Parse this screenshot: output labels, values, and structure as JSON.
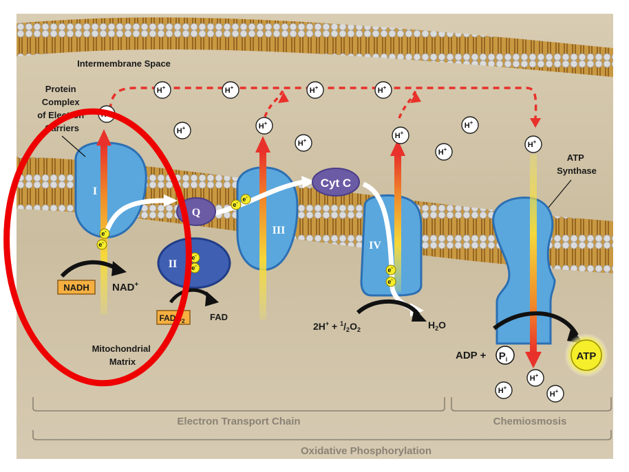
{
  "labels": {
    "intermembrane_space": "Intermembrane Space",
    "protein_complex": [
      "Protein",
      "Complex",
      "of Electron",
      "Carriers"
    ],
    "atp_synthase": [
      "ATP",
      "Synthase"
    ],
    "mitochondrial_matrix": [
      "Mitochondrial",
      "Matrix"
    ],
    "complex_1": "I",
    "complex_2": "II",
    "complex_3": "III",
    "complex_4": "IV",
    "q": "Q",
    "cyt_c": "Cyt C",
    "nadh": "NADH",
    "nad": "NAD",
    "nad_sup": "+",
    "fadh2": "FADH",
    "fadh2_sub": "2",
    "fad": "FAD",
    "water_rxn_a": "2H",
    "water_rxn_a_sup": "+",
    "water_rxn_b": " + ",
    "water_rxn_num": "1",
    "water_rxn_den": "2",
    "water_rxn_c": "O",
    "water_rxn_c_sub": "2",
    "water_prod": "H",
    "water_prod_sub": "2",
    "water_prod_o": "O",
    "adp": "ADP +",
    "pi": "P",
    "pi_sub": "i",
    "atp": "ATP",
    "electron": "e",
    "electron_sup": "-",
    "h_ion": "H",
    "h_ion_sup": "+"
  },
  "footer": {
    "etc": "Electron Transport Chain",
    "chemiosmosis": "Chemiosmosis",
    "oxphos": "Oxidative Phosphorylation"
  },
  "colors": {
    "protein_blue": "#5aa7dd",
    "protein_dark_blue": "#2c4f9e",
    "q_purple": "#6b5ba5",
    "h_arrow_red": "#e8312a",
    "h_arrow_yellow": "#f7e84a",
    "annotation_red": "#ee0000",
    "atp_yellow": "#f5ee2a",
    "label_orange": "#f5b041",
    "membrane_gold": "#b07e2c"
  }
}
